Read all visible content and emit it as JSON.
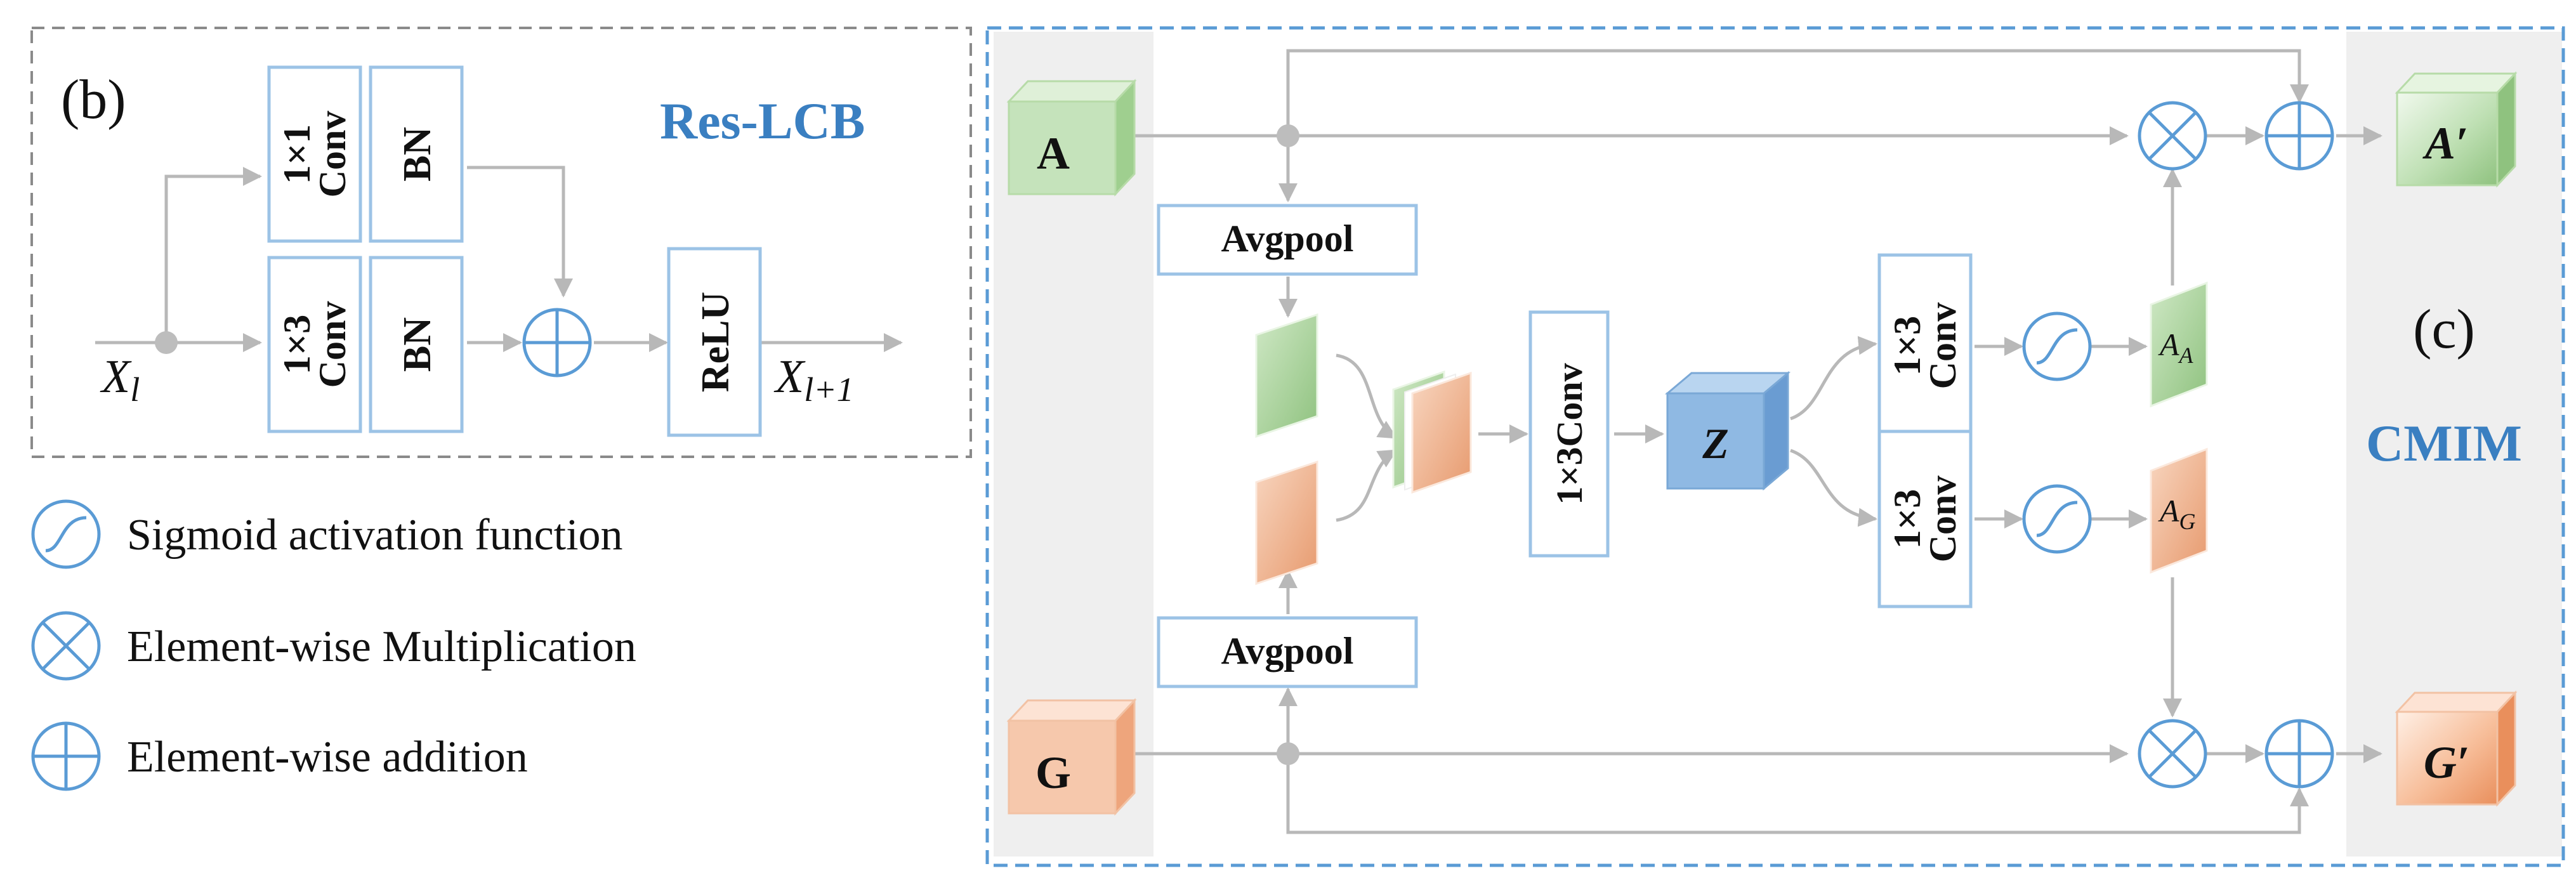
{
  "res_lcb": {
    "panel_label": "(b)",
    "title": "Res-LCB",
    "conv1_line1": "1×1",
    "conv1_line2": "Conv",
    "conv3_line1": "1×3",
    "conv3_line2": "Conv",
    "bn_label": "BN",
    "relu_label": "ReLU",
    "input_base": "X",
    "input_sub": "l",
    "output_base": "X",
    "output_sub": "l+1"
  },
  "legend": {
    "sigmoid": "Sigmoid activation function",
    "multiply": "Element-wise Multiplication",
    "add": "Element-wise addition"
  },
  "cmim": {
    "panel_label": "(c)",
    "title": "CMIM",
    "input_a": "A",
    "input_g": "G",
    "avgpool_top": "Avgpool",
    "avgpool_bottom": "Avgpool",
    "conv_mid": "1×3Conv",
    "z_label": "Z",
    "conv_branch_line1": "1×3",
    "conv_branch_line2": "Conv",
    "attn_a_base": "A",
    "attn_a_sub": "A",
    "attn_g_base": "A",
    "attn_g_sub": "G",
    "output_a": "A′",
    "output_g": "G′"
  },
  "colors": {
    "box_border": "#9cc3e6",
    "accent_blue": "#3a7fc1",
    "arrow_gray": "#b8b8b8",
    "green_face": "#c5e3bb",
    "orange_face": "#f6c8ac",
    "z_face": "#8fb9e3",
    "panel_gray": "#efefef"
  }
}
